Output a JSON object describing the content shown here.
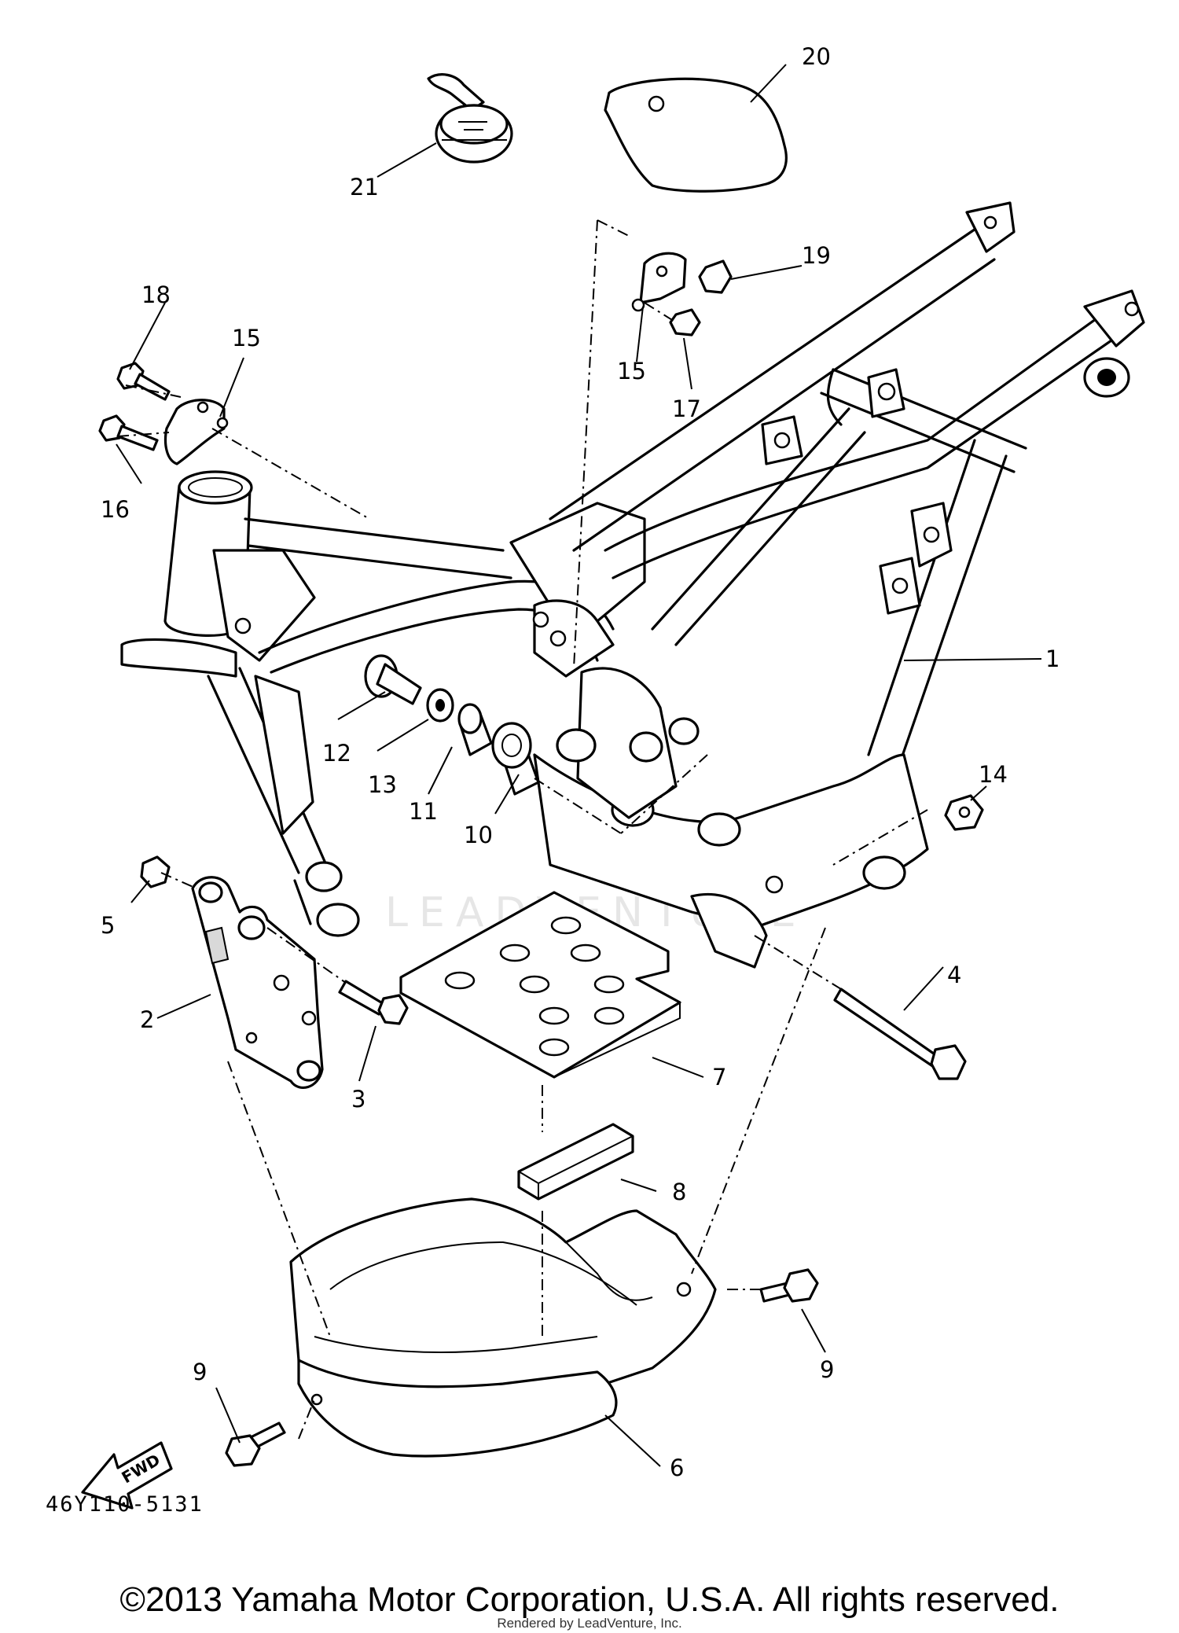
{
  "callouts": [
    {
      "id": "1",
      "text": "1"
    },
    {
      "id": "2",
      "text": "2"
    },
    {
      "id": "3",
      "text": "3"
    },
    {
      "id": "4",
      "text": "4"
    },
    {
      "id": "5",
      "text": "5"
    },
    {
      "id": "6",
      "text": "6"
    },
    {
      "id": "7",
      "text": "7"
    },
    {
      "id": "8",
      "text": "8"
    },
    {
      "id": "9a",
      "text": "9"
    },
    {
      "id": "9b",
      "text": "9"
    },
    {
      "id": "10",
      "text": "10"
    },
    {
      "id": "11",
      "text": "11"
    },
    {
      "id": "12",
      "text": "12"
    },
    {
      "id": "13",
      "text": "13"
    },
    {
      "id": "14",
      "text": "14"
    },
    {
      "id": "15a",
      "text": "15"
    },
    {
      "id": "15b",
      "text": "15"
    },
    {
      "id": "16",
      "text": "16"
    },
    {
      "id": "17",
      "text": "17"
    },
    {
      "id": "18",
      "text": "18"
    },
    {
      "id": "19",
      "text": "19"
    },
    {
      "id": "20",
      "text": "20"
    },
    {
      "id": "21",
      "text": "21"
    }
  ],
  "fwd_arrow_label": "FWD",
  "watermark": "LEADVENTURE",
  "catalog_number": "46Y110-5131",
  "copyright": "©2013 Yamaha Motor Corporation, U.S.A. All rights reserved.",
  "renderer_note": "Rendered by LeadVenture, Inc."
}
